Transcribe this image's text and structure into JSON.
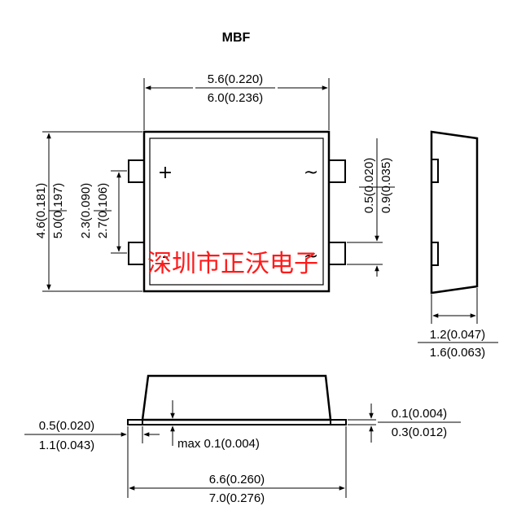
{
  "title": "MBF",
  "top_view": {
    "width_min": "5.6(0.220)",
    "width_max": "6.0(0.236)",
    "height_min": "4.6(0.181)",
    "height_max": "5.0(0.197)",
    "pin_pitch_min": "2.3(0.090)",
    "pin_pitch_max": "2.7(0.106)",
    "pin_width_min": "0.5(0.020)",
    "pin_width_max": "0.9(0.035)",
    "plus_symbol": "+",
    "ac_symbol": "~",
    "minus_symbol": "-"
  },
  "side_view": {
    "thickness_min": "1.2(0.047)",
    "thickness_max": "1.6(0.063)"
  },
  "front_view": {
    "lead_length_min": "0.5(0.020)",
    "lead_length_max": "1.1(0.043)",
    "standoff_label": "max 0.1(0.004)",
    "lead_thickness_min": "0.1(0.004)",
    "lead_thickness_max": "0.3(0.012)",
    "overall_length_min": "6.6(0.260)",
    "overall_length_max": "7.0(0.276)"
  },
  "watermark": "深圳市正沃电子",
  "colors": {
    "line": "#000000",
    "watermark": "#ff1a1a",
    "background": "#ffffff"
  }
}
